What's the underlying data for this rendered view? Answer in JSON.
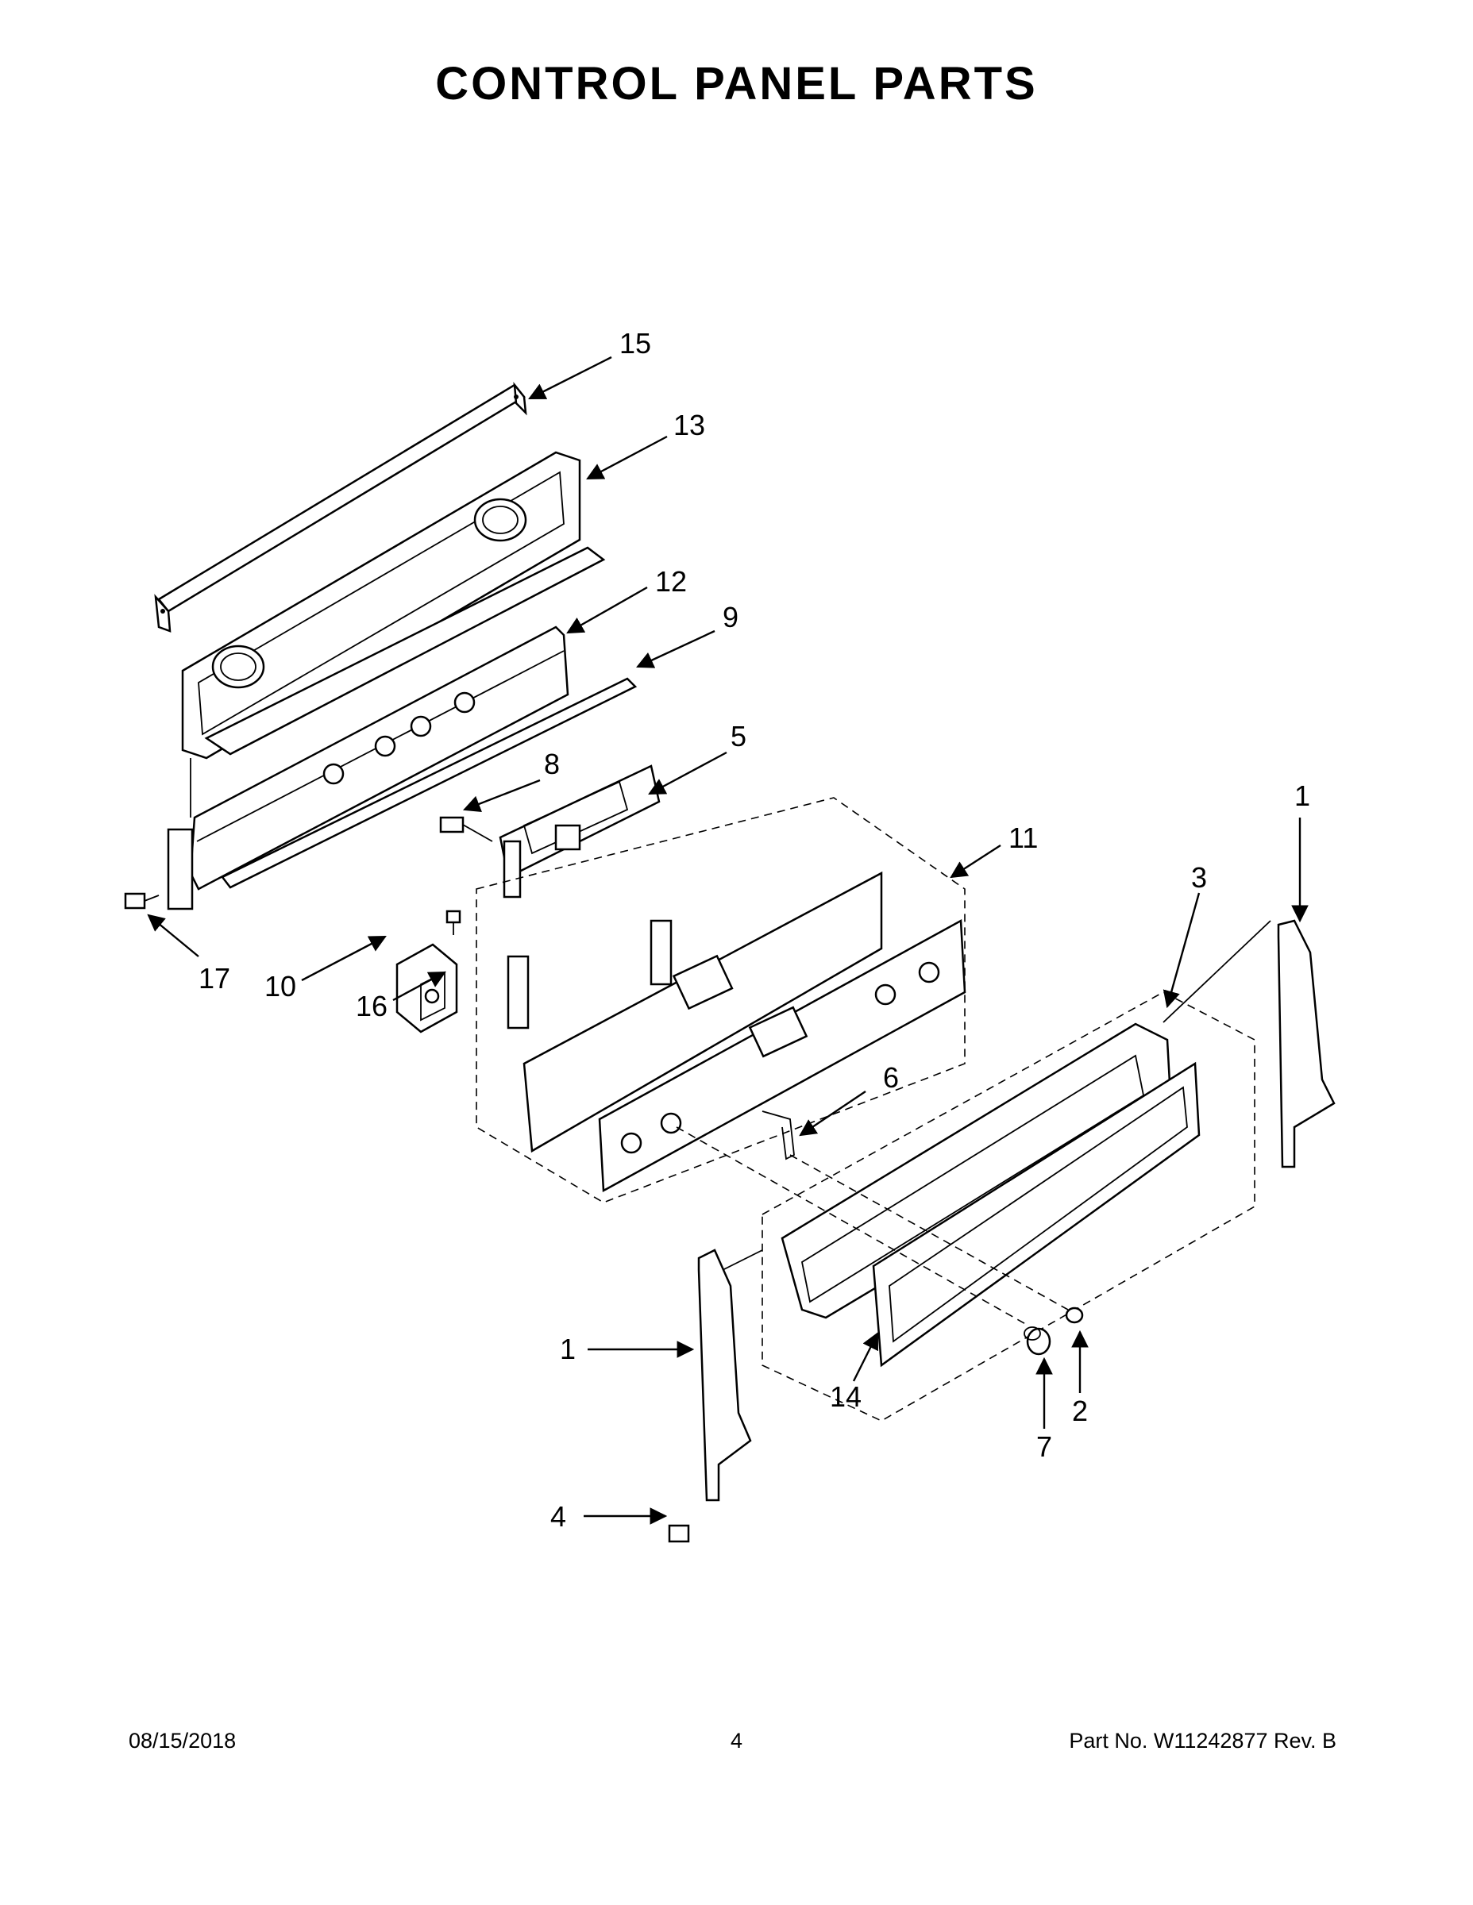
{
  "title": "CONTROL PANEL PARTS",
  "callouts": [
    "15",
    "13",
    "12",
    "9",
    "5",
    "8",
    "1",
    "11",
    "3",
    "17",
    "10",
    "16",
    "6",
    "1",
    "14",
    "2",
    "7",
    "4"
  ],
  "footer": {
    "date": "08/15/2018",
    "page": "4",
    "part_no": "Part No.  W11242877  Rev.  B"
  }
}
